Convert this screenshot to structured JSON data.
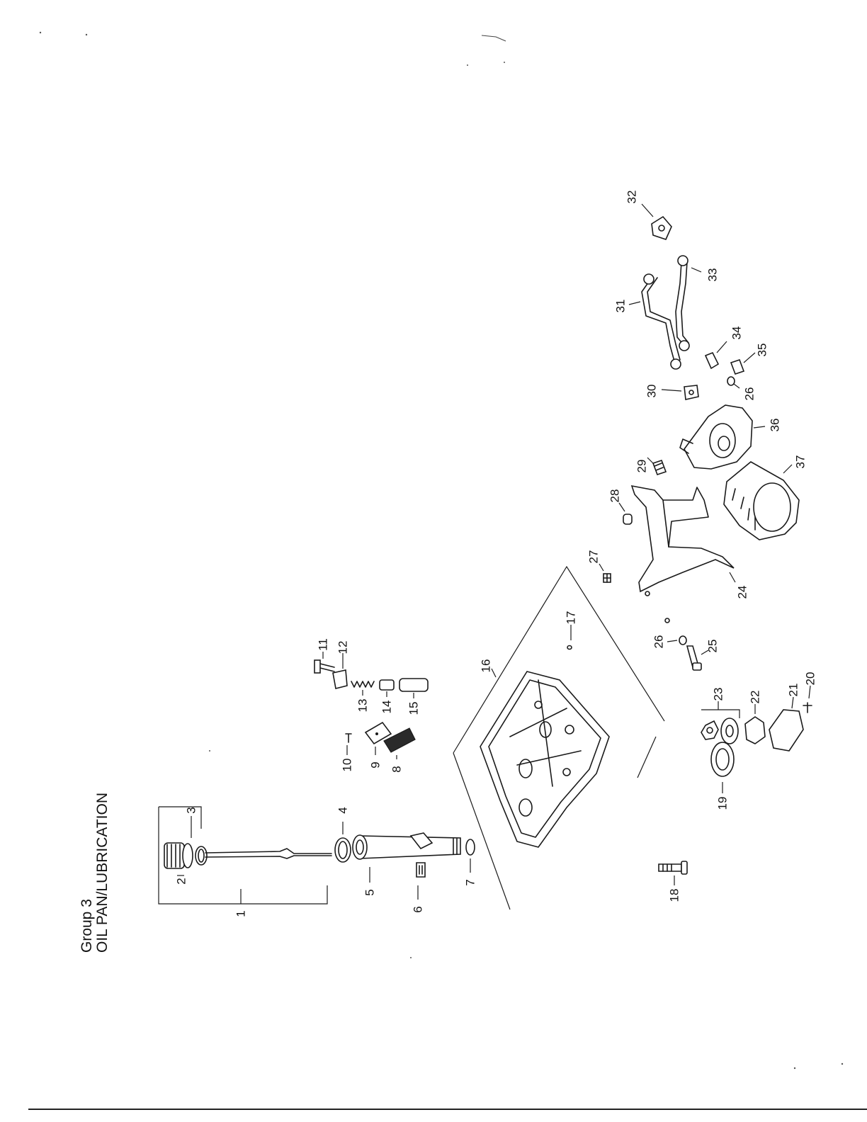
{
  "header": {
    "group": "Group 3",
    "section": "OIL PAN/LUBRICATION"
  },
  "callouts": [
    "1",
    "2",
    "3",
    "4",
    "5",
    "6",
    "7",
    "8",
    "9",
    "10",
    "11",
    "12",
    "13",
    "14",
    "15",
    "16",
    "17",
    "18",
    "19",
    "20",
    "21",
    "22",
    "23",
    "24",
    "25",
    "26",
    "26",
    "27",
    "28",
    "29",
    "30",
    "31",
    "32",
    "33",
    "34",
    "35",
    "36",
    "37"
  ],
  "colors": {
    "ink": "#1a1a1a",
    "paper": "#ffffff"
  }
}
